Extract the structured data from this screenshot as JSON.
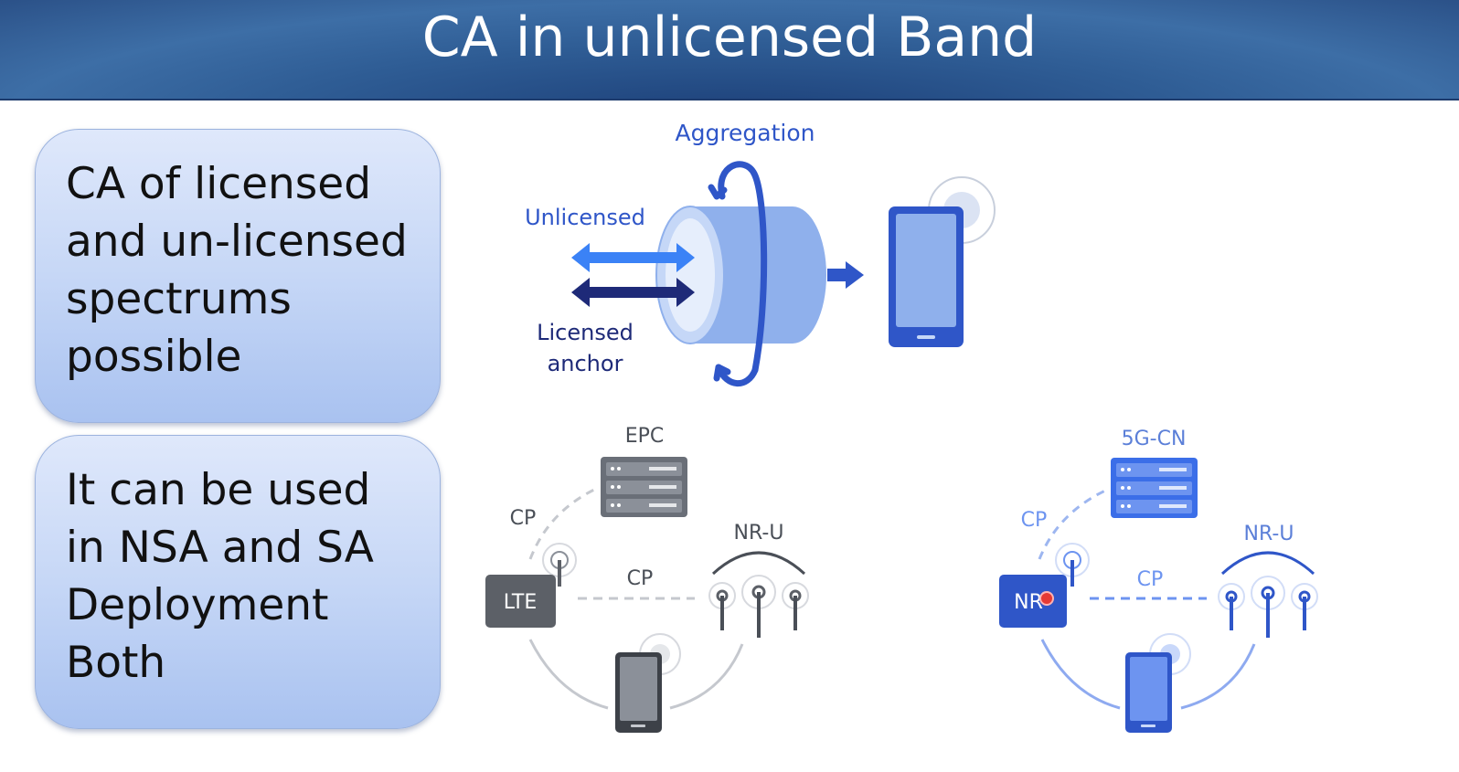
{
  "title": "CA in unlicensed Band",
  "callouts": [
    {
      "lines": [
        "CA of licensed",
        "and un-licensed",
        "spectrums",
        "possible"
      ]
    },
    {
      "lines": [
        "It can be used",
        "in NSA and SA",
        "Deployment",
        "Both"
      ]
    }
  ],
  "aggregation": {
    "aggregation_label": "Aggregation",
    "unlicensed_label": "Unlicensed",
    "licensed_label_line1": "Licensed",
    "licensed_label_line2": "anchor"
  },
  "nsa": {
    "core_label": "EPC",
    "cp_label_top": "CP",
    "cp_label_mid": "CP",
    "node_label": "LTE",
    "nru_label": "NR-U"
  },
  "sa": {
    "core_label": "5G-CN",
    "cp_label_top": "CP",
    "cp_label_mid": "CP",
    "node_label": "NR",
    "nru_label": "NR-U"
  },
  "colors": {
    "title_bg": "#2f5d95",
    "accent_blue": "#2f56c8",
    "light_blue": "#3b82f6",
    "navy": "#1e2a78",
    "gray": "#5c6067"
  }
}
